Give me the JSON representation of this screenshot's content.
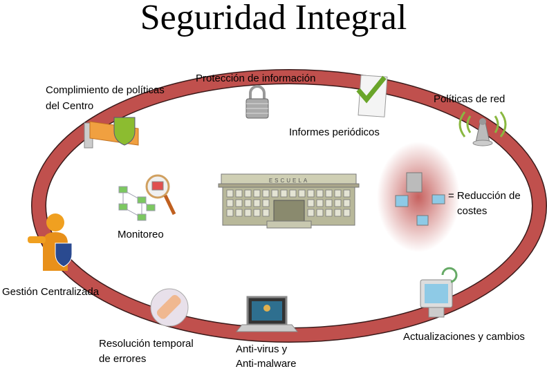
{
  "title": "Seguridad Integral",
  "center": {
    "building_sign": "ESCUELA"
  },
  "labels": {
    "proteccion": "Protección de información",
    "cumplimiento_1": "Complimiento de políticas",
    "cumplimiento_2": "del Centro",
    "politicas_red": "Políticas de red",
    "informes": "Informes periódicos",
    "reduccion_1": "= Reducción de",
    "reduccion_2": "costes",
    "monitoreo": "Monitoreo",
    "gestion": "Gestión Centralizada",
    "resolucion_1": "Resolución temporal",
    "resolucion_2": "de errores",
    "antivirus_1": "Anti-virus y",
    "antivirus_2": "Anti-malware",
    "actualizaciones": "Actualizaciones y cambios"
  },
  "colors": {
    "ring": "#c0504d",
    "ring_outline": "#3a1a1a",
    "building": "#b8b89a"
  }
}
